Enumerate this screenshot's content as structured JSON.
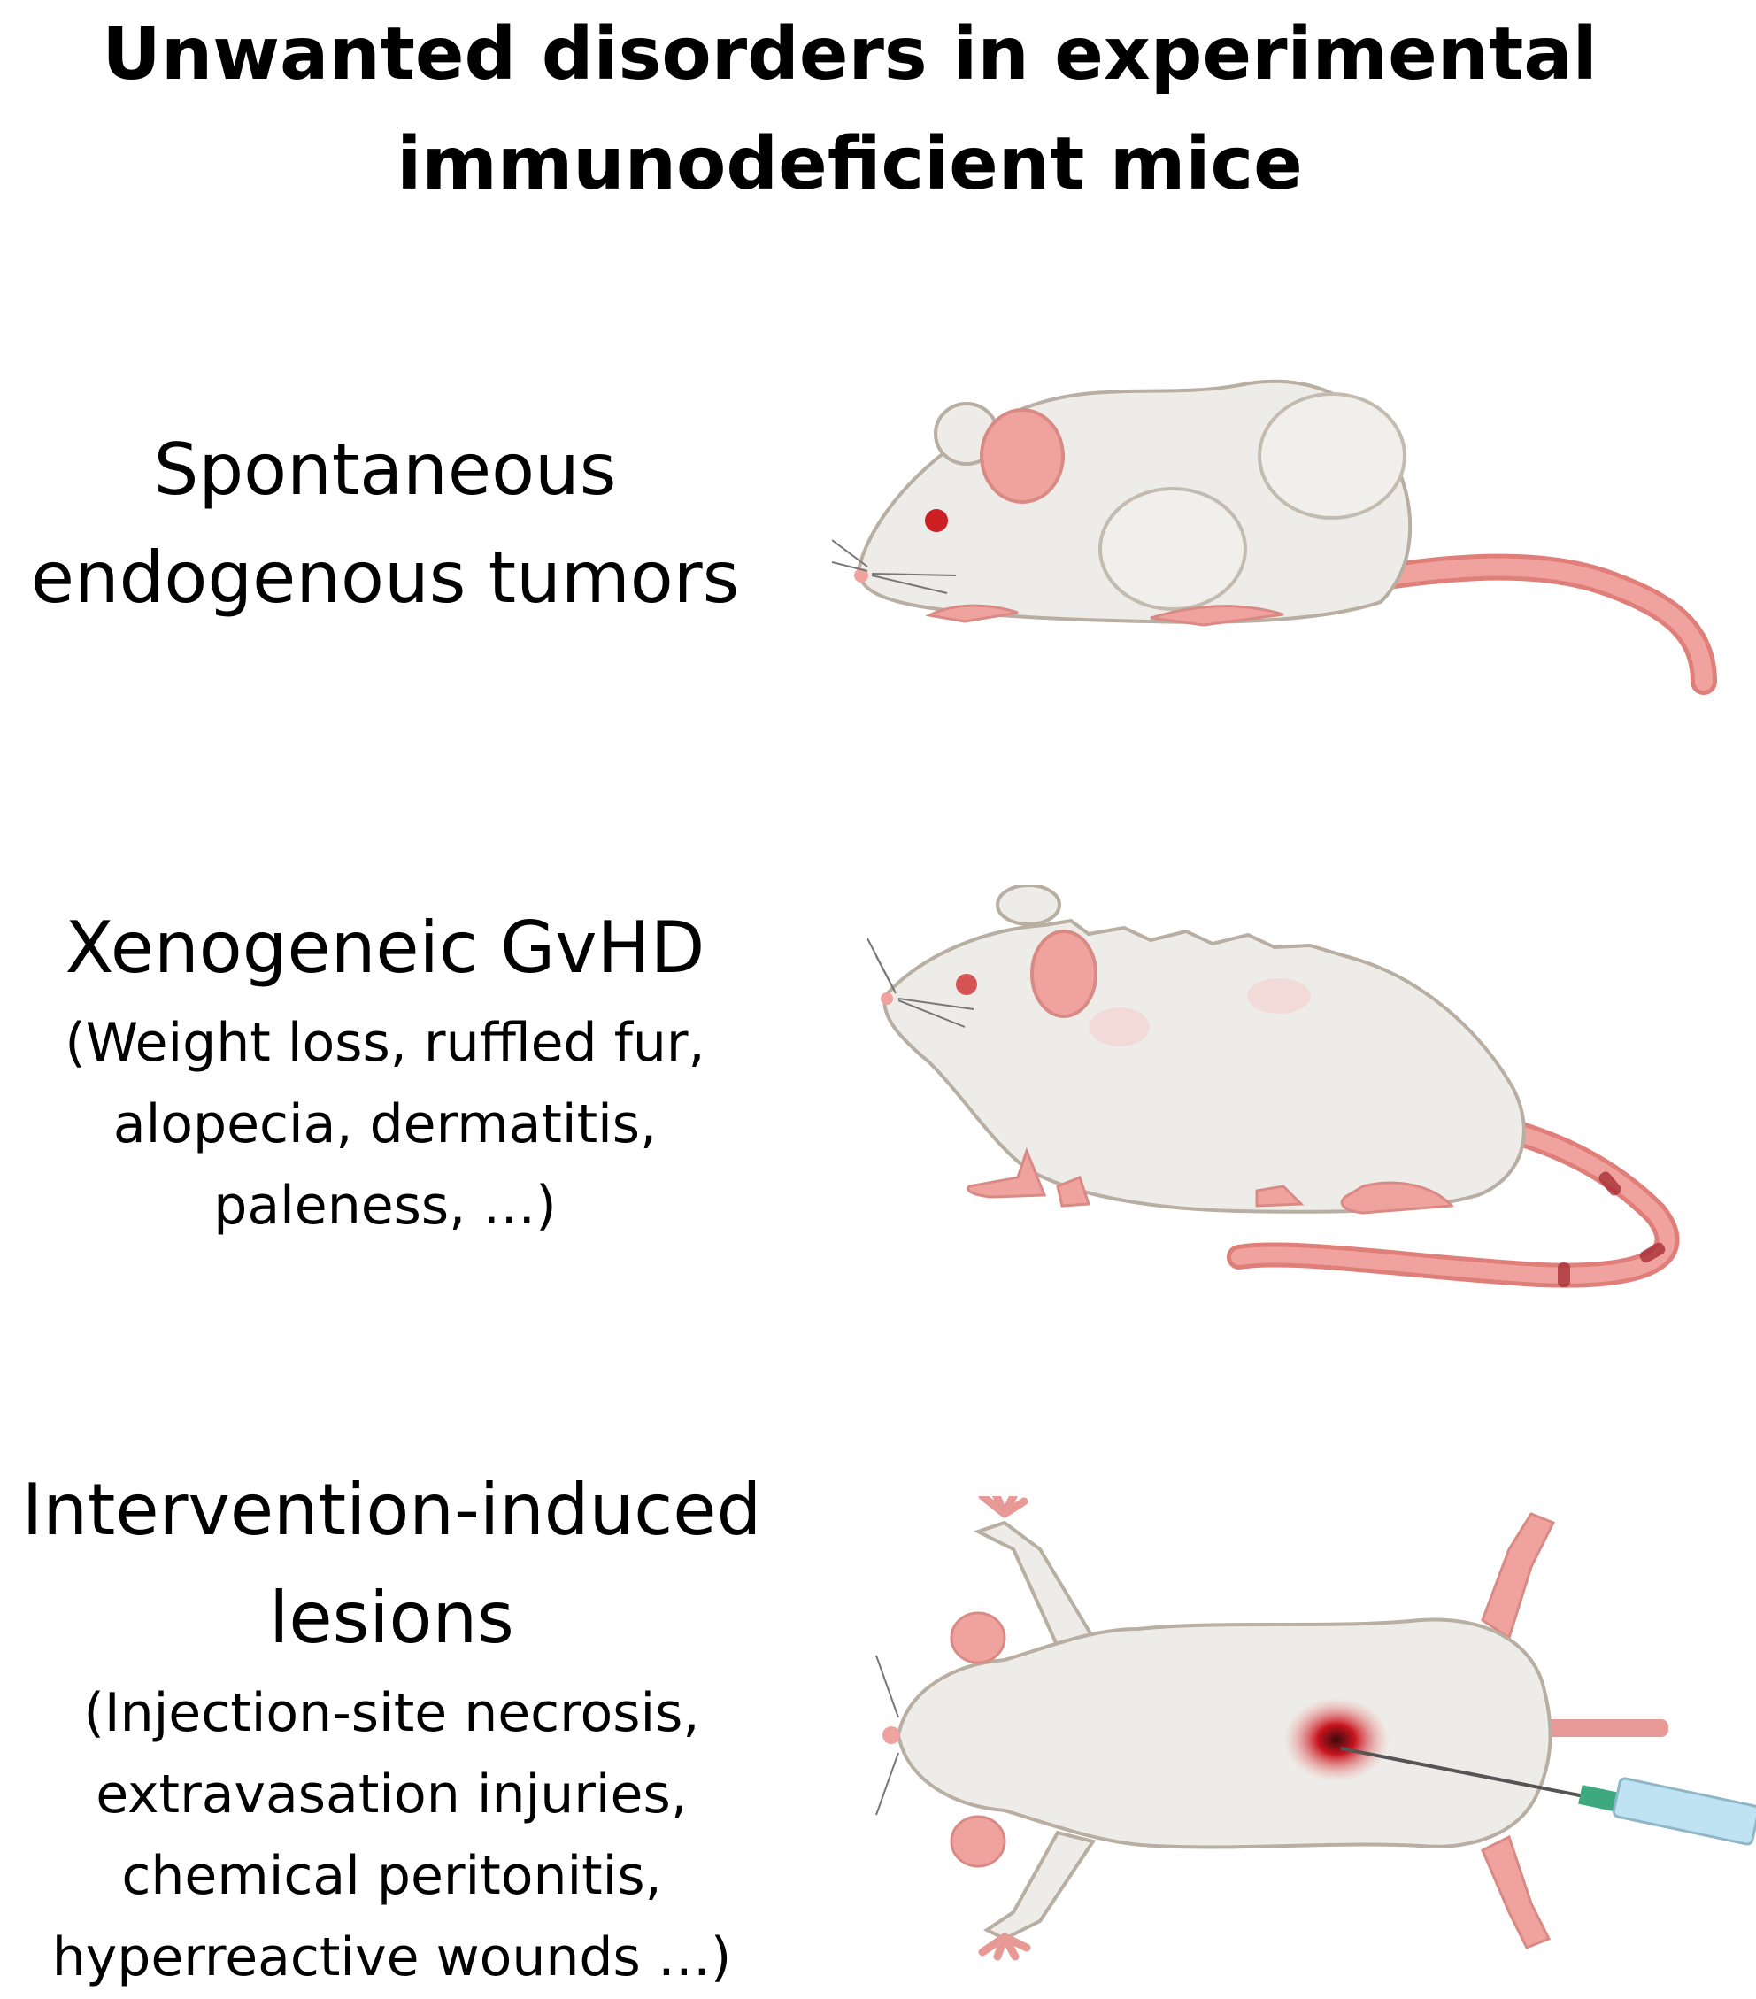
{
  "title": {
    "line1": "Unwanted disorders in experimental",
    "line2": "immunodeficient mice"
  },
  "sections": [
    {
      "heading_lines": [
        "Spontaneous",
        "endogenous tumors"
      ],
      "detail_lines": []
    },
    {
      "heading_lines": [
        "Xenogeneic GvHD"
      ],
      "detail_lines": [
        "(Weight loss, ruffled fur,",
        "alopecia, dermatitis,",
        "paleness, …)"
      ]
    },
    {
      "heading_lines": [
        "Intervention-induced",
        "lesions"
      ],
      "detail_lines": [
        "(Injection-site necrosis,",
        "extravasation injuries,",
        "chemical peritonitis,",
        "hyperreactive wounds …)"
      ]
    }
  ],
  "colors": {
    "fur": "#eeece8",
    "fur_shadow": "#d9d3cb",
    "outline": "#b8aea2",
    "skin": "#f0a39e",
    "skin_dark": "#e07f7a",
    "eye": "#cc1f24",
    "lesion": "#c8141e",
    "syringe": "#bfe3f2"
  },
  "icons": [
    "tumor-mouse-illustration",
    "gvhd-mouse-illustration",
    "injected-mouse-illustration",
    "syringe-icon"
  ]
}
